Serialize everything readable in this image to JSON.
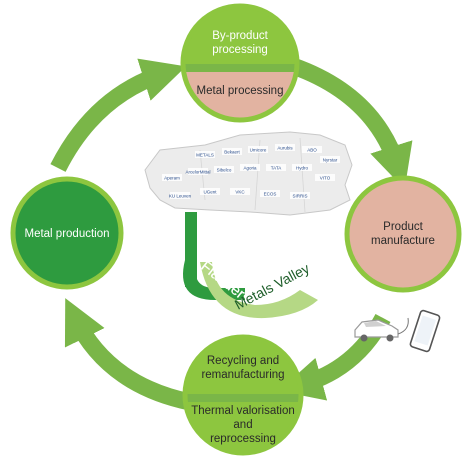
{
  "nodes": {
    "byproduct": {
      "label": "By-product processing"
    },
    "metal_processing": {
      "label": "Metal processing"
    },
    "product_manufacture": {
      "label": "Product manufacture"
    },
    "recycling": {
      "label": "Recycling and remanufacturing"
    },
    "thermal": {
      "label": "Thermal valorisation and reprocessing"
    },
    "metal_production": {
      "label": "Metal production"
    }
  },
  "logo": {
    "word1": "Flanders",
    "word2": "Metals Valley"
  },
  "map_logos": [
    "METALS",
    "Bekaert",
    "Umicore",
    "Aurubis",
    "ABO",
    "Nyrstar",
    "Aperam",
    "ArcelorMittal",
    "Sibelco",
    "Agoria",
    "TATA",
    "Hydro",
    "VITO",
    "KU Leuven",
    "UGent",
    "VKC",
    "ECOS",
    "SIRRIS"
  ],
  "colors": {
    "light_green": "#8dc63f",
    "arrow_green": "#7ab648",
    "dark_green": "#2e9b3f",
    "pink": "#e2b3a1",
    "map_fill": "#ececec"
  },
  "icons": [
    "car-icon",
    "smartphone-icon"
  ]
}
